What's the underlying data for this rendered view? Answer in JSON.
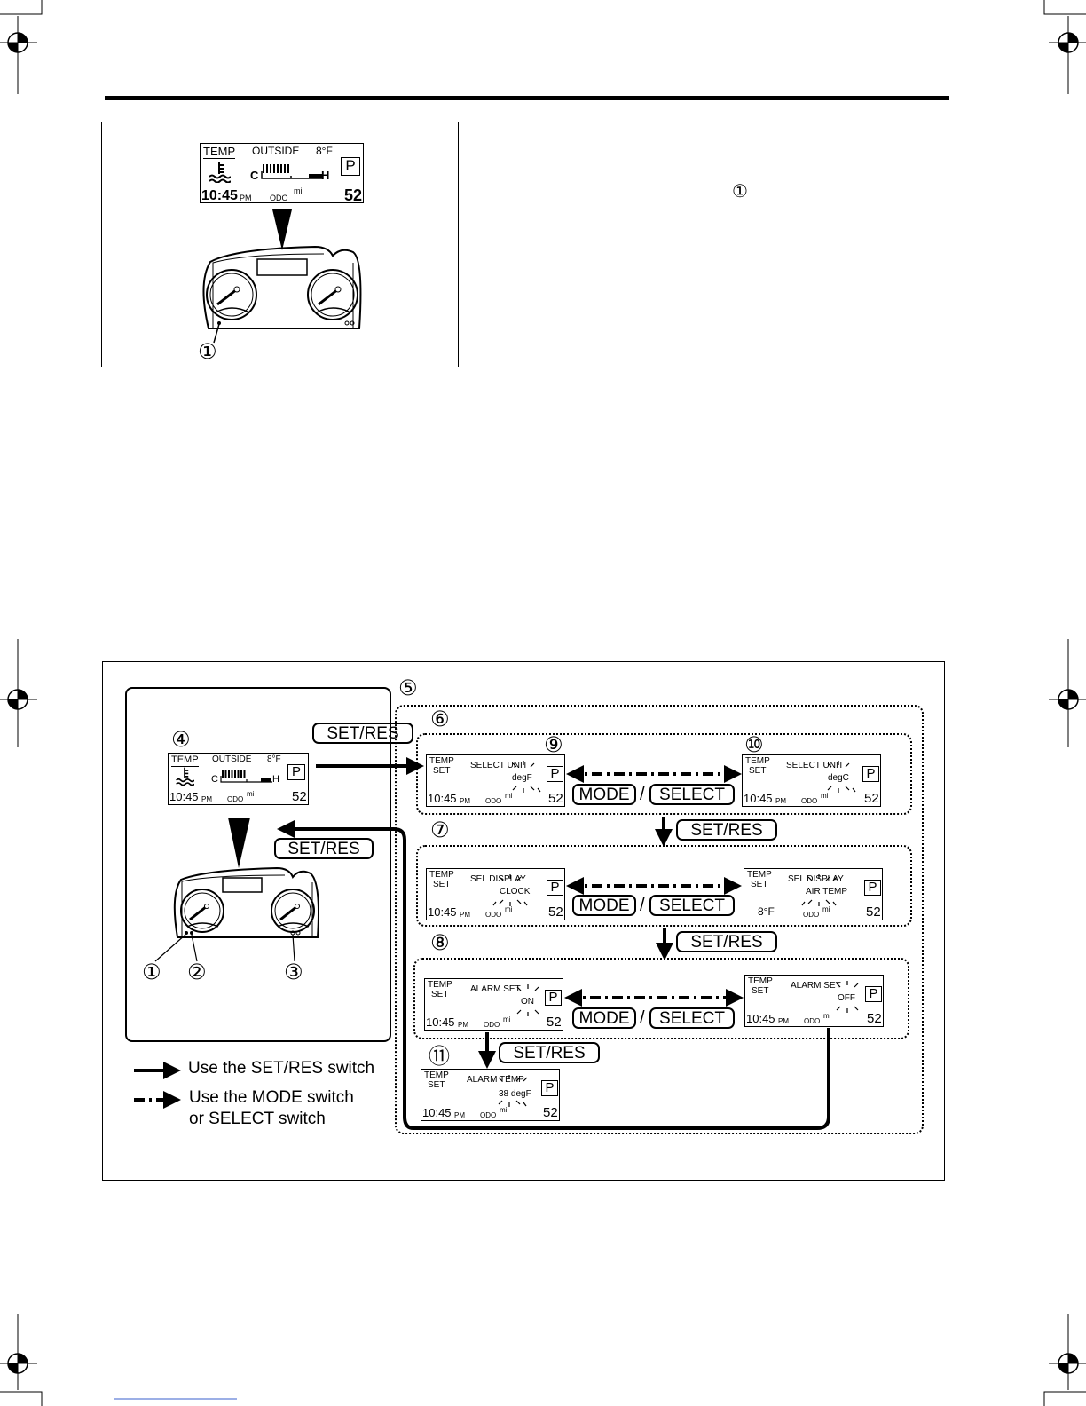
{
  "top_figure": {
    "callout": "①",
    "lcd": {
      "label": "TEMP",
      "outside": "OUTSIDE",
      "outside_temp": "8°F",
      "gear": "P",
      "gauge_cold": "C",
      "gauge_hot": "H",
      "clock": "10:45",
      "ampm": "PM",
      "odo": "ODO",
      "unit": "mi",
      "odo_value": "52"
    }
  },
  "text_ref": "①",
  "diagram": {
    "callouts": {
      "c1": "①",
      "c2": "②",
      "c3": "③",
      "c4": "④",
      "c5": "⑤",
      "c6": "⑥",
      "c7": "⑦",
      "c8": "⑧",
      "c9": "⑨",
      "c10": "⑩",
      "c11": "⑪"
    },
    "main_lcd": {
      "label": "TEMP",
      "outside": "OUTSIDE",
      "outside_temp": "8°F",
      "gear": "P",
      "gauge_cold": "C",
      "gauge_hot": "H",
      "clock": "10:45",
      "ampm": "PM",
      "odo": "ODO",
      "unit": "mi",
      "odo_value": "52"
    },
    "switch_labels": {
      "set_res": "SET/RES",
      "mode": "MODE",
      "slash": "/",
      "select": "SELECT"
    },
    "screens": {
      "s9": {
        "l1": "TEMP",
        "l2": "SET",
        "title": "SELECT UNIT",
        "value": "degF",
        "gear": "P",
        "clock": "10:45",
        "ampm": "PM",
        "odo": "ODO",
        "unit": "mi",
        "odo_value": "52"
      },
      "s10": {
        "l1": "TEMP",
        "l2": "SET",
        "title": "SELECT UNIT",
        "value": "degC",
        "gear": "P",
        "clock": "10:45",
        "ampm": "PM",
        "odo": "ODO",
        "unit": "mi",
        "odo_value": "52"
      },
      "s7a": {
        "l1": "TEMP",
        "l2": "SET",
        "title": "SEL DISPLAY",
        "value": "CLOCK",
        "gear": "P",
        "clock": "10:45",
        "ampm": "PM",
        "odo": "ODO",
        "unit": "mi",
        "odo_value": "52"
      },
      "s7b": {
        "l1": "TEMP",
        "l2": "SET",
        "title": "SEL DISPLAY",
        "value": "AIR TEMP",
        "gear": "P",
        "clock": "8°F",
        "ampm": "",
        "odo": "ODO",
        "unit": "mi",
        "odo_value": "52"
      },
      "s8a": {
        "l1": "TEMP",
        "l2": "SET",
        "title": "ALARM SET",
        "value": "ON",
        "gear": "P",
        "clock": "10:45",
        "ampm": "PM",
        "odo": "ODO",
        "unit": "mi",
        "odo_value": "52"
      },
      "s8b": {
        "l1": "TEMP",
        "l2": "SET",
        "title": "ALARM SET",
        "value": "OFF",
        "gear": "P",
        "clock": "10:45",
        "ampm": "PM",
        "odo": "ODO",
        "unit": "mi",
        "odo_value": "52"
      },
      "s11": {
        "l1": "TEMP",
        "l2": "SET",
        "title": "ALARM TEMP",
        "value": "38 degF",
        "gear": "P",
        "clock": "10:45",
        "ampm": "PM",
        "odo": "ODO",
        "unit": "mi",
        "odo_value": "52"
      }
    },
    "legend": {
      "solid": "Use the SET/RES switch",
      "dashed_line1": "Use the MODE switch",
      "dashed_line2": "or SELECT switch"
    }
  }
}
